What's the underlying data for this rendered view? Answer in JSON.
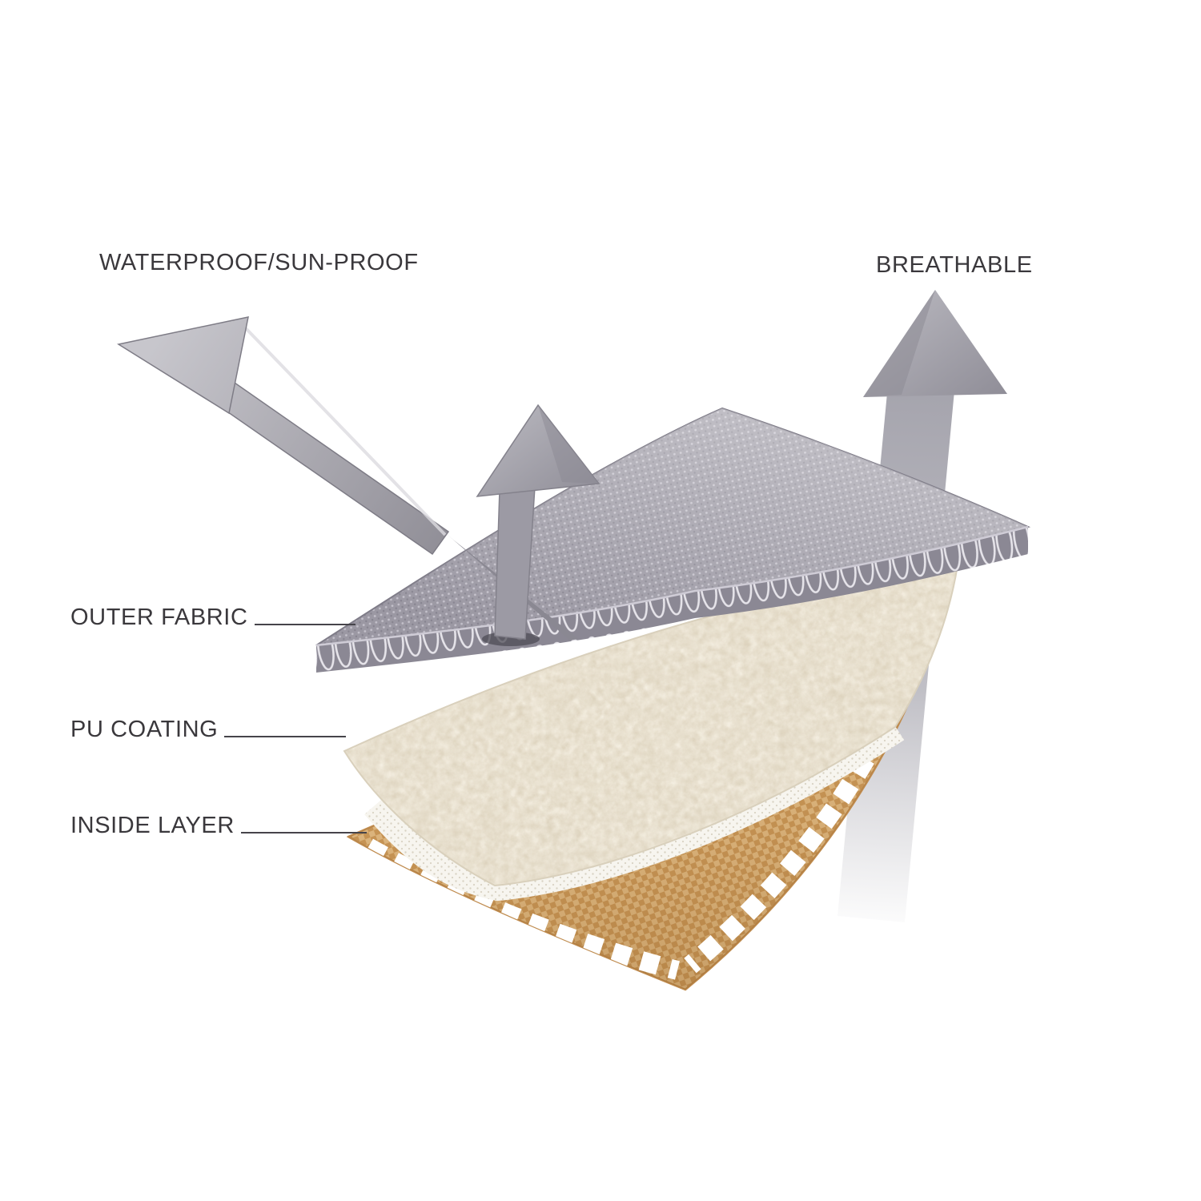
{
  "diagram": {
    "heading_left": "WATERPROOF/SUN-PROOF",
    "heading_right": "BREATHABLE",
    "callouts": [
      {
        "label": "OUTER FABRIC"
      },
      {
        "label": "PU COATING"
      },
      {
        "label": "INSIDE LAYER"
      }
    ],
    "colors": {
      "label_text": "#3a383c",
      "arrow_gray": "#a5a4ad",
      "outer_fabric_gray": "#9b98a3",
      "pu_coating_cream": "#ede6d6",
      "inside_layer_tan": "#dcae72",
      "background": "#ffffff"
    }
  }
}
